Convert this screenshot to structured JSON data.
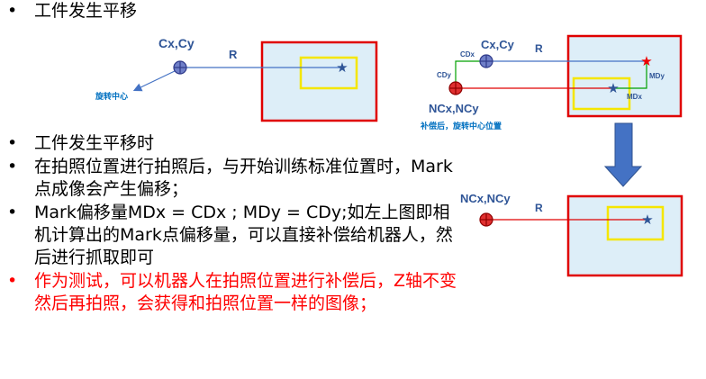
{
  "bullets_top": [
    "工件发生平移"
  ],
  "bullets": [
    {
      "text": "工件发生平移时",
      "color": "black"
    },
    {
      "text": "在拍照位置进行拍照后，与开始训练标准位置时，Mark点成像会产生偏移；",
      "color": "black"
    },
    {
      "text": "Mark偏移量MDx = CDx  ; MDy = CDy;如左上图即相机计算出的Mark点偏移量，可以直接补偿给机器人，然后进行抓取即可",
      "color": "black"
    },
    {
      "text": "作为测试，可以机器人在拍照位置进行补偿后，Z轴不变然后再拍照，会获得和拍照位置一样的图像；",
      "color": "red"
    }
  ],
  "diagram": {
    "left": {
      "center_label": "Cx,Cy",
      "r_label": "R",
      "rot_center_label": "旋转中心"
    },
    "right_top": {
      "center_label": "Cx,Cy",
      "r_label": "R",
      "cdx_label": "CDx",
      "cdy_label": "CDy",
      "mdy_label": "MDy",
      "mdx_label": "MDx",
      "new_center_label": "NCx,NCy",
      "caption": "补偿后，旋转中心位置"
    },
    "right_bottom": {
      "center_label": "NCx,NCy",
      "r_label": "R"
    },
    "colors": {
      "box_border": "#e00000",
      "box_fill": "#ddeef8",
      "target": "#f5e600",
      "line_blue": "#4472c4",
      "line_red": "#e00000",
      "line_green": "#00a000",
      "star": "#2f5597",
      "arrow": "#4472c4"
    }
  }
}
